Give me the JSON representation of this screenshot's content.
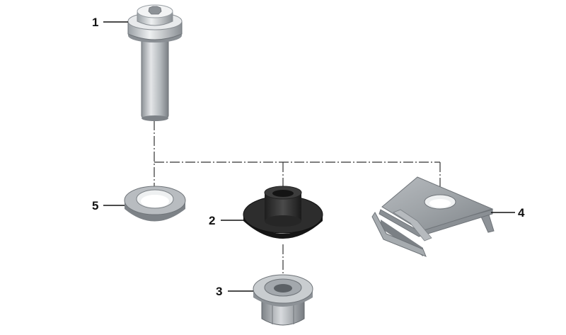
{
  "callouts": [
    {
      "number": "1",
      "part": "bolt"
    },
    {
      "number": "2",
      "part": "rubber-grommet"
    },
    {
      "number": "3",
      "part": "flange-nut"
    },
    {
      "number": "4",
      "part": "clip-nut"
    },
    {
      "number": "5",
      "part": "washer"
    }
  ],
  "colors": {
    "metal_light": "#d9dcdf",
    "metal_mid": "#a9aeb3",
    "metal_dark": "#6e7378",
    "rubber": "#2a2a2a",
    "line": "#111111"
  }
}
